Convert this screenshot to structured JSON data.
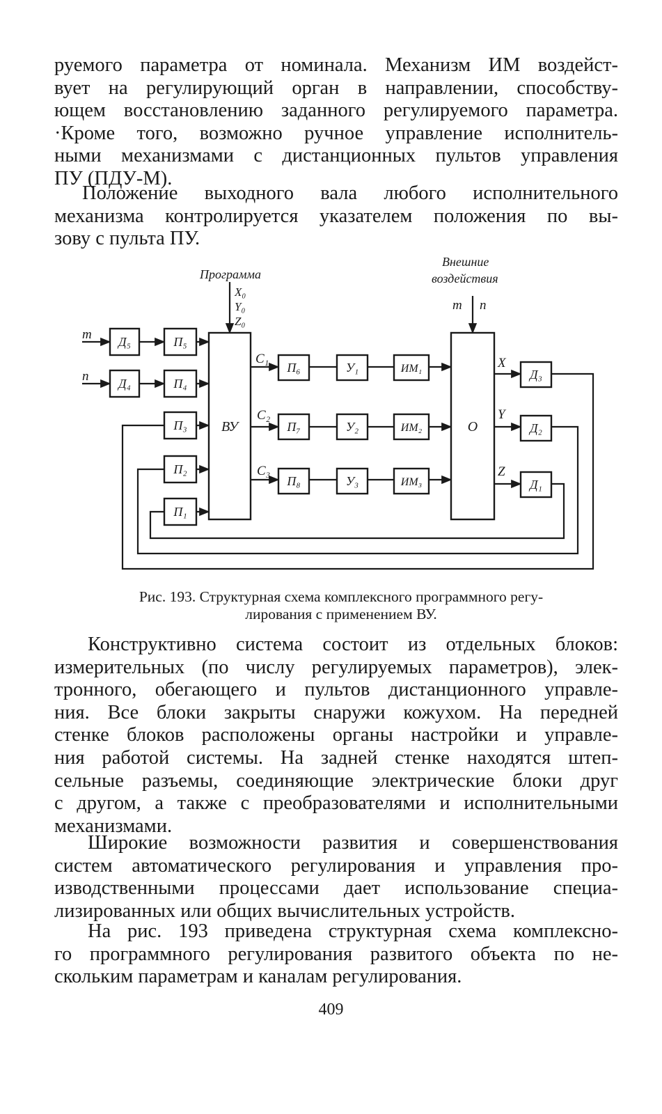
{
  "paragraphs": [
    {
      "lines": [
        "руемого параметра от номинала. Механизм ИМ воздейст-",
        "вует на регулирующий орган в направлении, способству-",
        "ющем восстановлению заданного регулируемого параметра.",
        "·Кроме того, возможно ручное управление исполнитель-",
        "ными механизмами с дистанционных пультов управления",
        "ПУ (ПДУ-М)."
      ]
    },
    {
      "lines": [
        "Положение выходного вала любого исполнительного",
        "механизма контролируется указателем положения по вы-",
        "зову с пульта ПУ."
      ]
    },
    {
      "lines": [
        "Конструктивно система состоит из отдельных блоков:",
        "измерительных (по числу регулируемых параметров), элек-",
        "тронного, обегающего и пультов дистанционного управле-",
        "ния. Все блоки закрыты снаружи кожухом. На передней",
        "стенке блоков расположены органы настройки и управле-",
        "ния работой системы. На задней стенке находятся штеп-",
        "сельные разъемы, соединяющие электрические блоки друг",
        "с другом, а также с преобразователями и исполнительными",
        "механизмами."
      ]
    },
    {
      "lines": [
        "Широкие возможности развития и совершенствования",
        "систем автоматического регулирования и управления про-",
        "изводственными процессами дает использование специа-",
        "лизированных или общих вычислительных устройств."
      ]
    },
    {
      "lines": [
        "На рис. 193 приведена структурная схема комплексно-",
        "го программного регулирования развитого объекта по не-",
        "скольким параметрам и каналам регулирования."
      ]
    }
  ],
  "figure": {
    "caption_lines": [
      "Рис. 193. Структурная схема комплексного программного регу-",
      "лирования с применением ВУ."
    ],
    "labels": {
      "program": "Программа",
      "program_inputs": [
        "X₀",
        "Y₀",
        "Z₀"
      ],
      "external_1": "Внешние",
      "external_2": "воздействия",
      "ext_m": "m",
      "ext_n": "n",
      "in_m": "m",
      "in_n": "n",
      "vu": "ВУ",
      "object": "О",
      "c1": "C₁",
      "c2": "C₂",
      "c3": "C₃",
      "x": "X",
      "y": "Y",
      "z": "Z"
    },
    "blocks": {
      "d5": "Д₅",
      "d4": "Д₄",
      "p5": "П₅",
      "p4": "П₄",
      "p3": "П₃",
      "p2": "П₂",
      "p1": "П₁",
      "p6": "П₆",
      "p7": "П₇",
      "p8": "П₈",
      "u1": "У₁",
      "u2": "У₂",
      "u3": "У₃",
      "im1": "ИМ₁",
      "im2": "ИМ₂",
      "im3": "ИМ₃",
      "d3": "Д₃",
      "d2": "Д₂",
      "d1": "Д₁"
    }
  },
  "page_number": "409"
}
